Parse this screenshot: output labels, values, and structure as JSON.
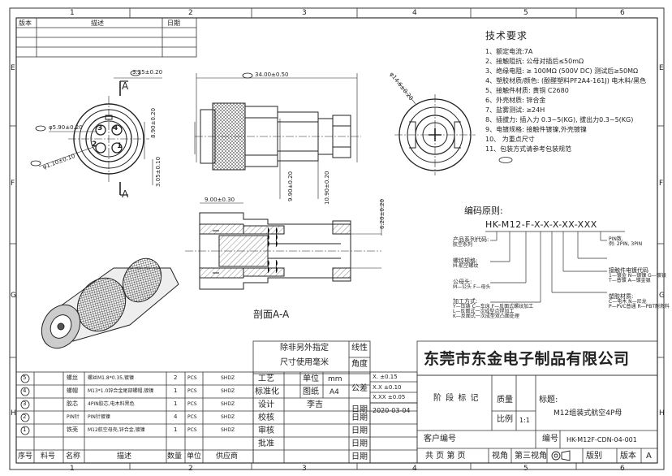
{
  "grid": {
    "cols": [
      "1",
      "2",
      "3",
      "4",
      "5",
      "6"
    ],
    "rows": [
      "E",
      "F",
      "G",
      "H"
    ]
  },
  "revision": {
    "version": "版本",
    "desc": "描述",
    "date": "日期"
  },
  "tech": {
    "title": "技术要求",
    "items": [
      "1、额定电流:7A",
      "2、接触阻抗: 公母对插后≤50mΩ",
      "3、绝缘电阻: ≥ 100MΩ (500V DC)  测试后≥50MΩ",
      "4、塑胶材质/颜色: (酚醛塑料PF2A4-161J) 电木料/黑色",
      "5、接触件材质: 黄铜 C2680",
      "6、外壳材质: 锌合金",
      "7、盐雾测试: ≥24H",
      "8、插拔力: 插入力 0.3~5(KG), 拔出力0.3~5(KG)",
      "9、电镀规格: 接触件镀镍,外壳镀镍",
      "10、       为重点尺寸",
      "11、包装方式请参考包装规范"
    ]
  },
  "code": {
    "title": "编码原则:",
    "pattern": "HK-M12-F-X-X-X-XX-XXX",
    "labels": [
      {
        "main": "产品系列代码:",
        "sub": "航空系列"
      },
      {
        "main": "螺纹规格:",
        "sub": "M-航空螺纹"
      },
      {
        "main": "公母头:",
        "sub": "M—公头  F—母头"
      },
      {
        "main": "加工方式:",
        "sub": "Y—压铸  C—车床  F—反面式螺纹加工"
      },
      {
        "main": "",
        "sub": "L—反面式一次成型点焊加工"
      },
      {
        "main": "",
        "sub": "K—反面式一次成型双凸面处理"
      }
    ],
    "right_labels": [
      {
        "main": "PIN数,",
        "sub": "例: 2PIN, 3PIN"
      },
      {
        "main": "接触件电镀代码",
        "sub": "1—镀金  N—镀镍  G—镀银"
      },
      {
        "main": "",
        "sub": "T—普镀  A—镀金银"
      },
      {
        "main": "塑胶材质:",
        "sub": "C—电木  N—尼龙"
      },
      {
        "main": "",
        "sub": "P—PVC普通  R—PBT耐燃料"
      }
    ]
  },
  "dims": {
    "d1": "3.25±0.20",
    "d2": "34.00±0.50",
    "d3": "φ5.90±0.20",
    "d4": "φ1.10±0.10",
    "d5": "8.90±0.20",
    "d6": "3.05±0.10",
    "d7": "9.00±0.30",
    "d8": "9.90±0.20",
    "d9": "10.90±0.20",
    "d10": "6.20±0.20",
    "d11": "φ14.6±0.20",
    "section_a": "A",
    "section_title": "剖面A-A",
    "pin_labels": [
      "1",
      "2",
      "3",
      "4"
    ]
  },
  "notes_box": {
    "line1": "除非另外指定",
    "line2": "尺寸使用毫米",
    "linear": "线性",
    "angle": "角度",
    "tol_label": "公差",
    "tol": [
      "X.   ±0.15",
      "X.X   ±0.10",
      "X.XX  ±0.05"
    ]
  },
  "bom": {
    "headers": [
      "序号",
      "料号",
      "名称",
      "描述",
      "数量",
      "单位",
      "供应商"
    ],
    "rows": [
      {
        "no": "5",
        "name": "螺丝",
        "desc": "螺丝M1.8*0.35,镀镍",
        "qty": "2",
        "unit": "PCS",
        "sup": "SHDZ"
      },
      {
        "no": "4",
        "name": "螺帽",
        "desc": "M13*1.0锌合金尾部螺帽,镀镍",
        "qty": "1",
        "unit": "PCS",
        "sup": "SHDZ"
      },
      {
        "no": "3",
        "name": "胶芯",
        "desc": "4PIN胶芯,电木料黑色",
        "qty": "1",
        "unit": "PCS",
        "sup": "SHDZ"
      },
      {
        "no": "2",
        "name": "PIN针",
        "desc": "PIN针镀镍",
        "qty": "4",
        "unit": "PCS",
        "sup": "SHDZ"
      },
      {
        "no": "1",
        "name": "铁壳",
        "desc": "M12航空母壳,锌合金,镀镍",
        "qty": "1",
        "unit": "PCS",
        "sup": "SHDZ"
      }
    ]
  },
  "sign": {
    "craft": "工艺",
    "std": "标准化",
    "design": "设计",
    "check": "校核",
    "review": "审核",
    "approve": "批准",
    "unit": "单位",
    "unit_val": "mm",
    "drawing": "图纸",
    "drawing_val": "A4",
    "designer": "李吉",
    "date": "日期",
    "date_val": "2020-03-04"
  },
  "title_block": {
    "company": "东莞市东金电子制品有限公司",
    "stage": "阶 段 标 记",
    "weight": "质量",
    "scale": "比例",
    "scale_val": "1:1",
    "title_label": "标题:",
    "title_val": "M12组装式航空4P母",
    "client": "客户编号",
    "code_label": "编号",
    "code_val": "HK-M12F-CDN-04-001",
    "sheets": "共    页  第    页",
    "view": "视角",
    "third": "第三视角",
    "rev": "版别",
    "version": "版本",
    "version_val": "A"
  }
}
